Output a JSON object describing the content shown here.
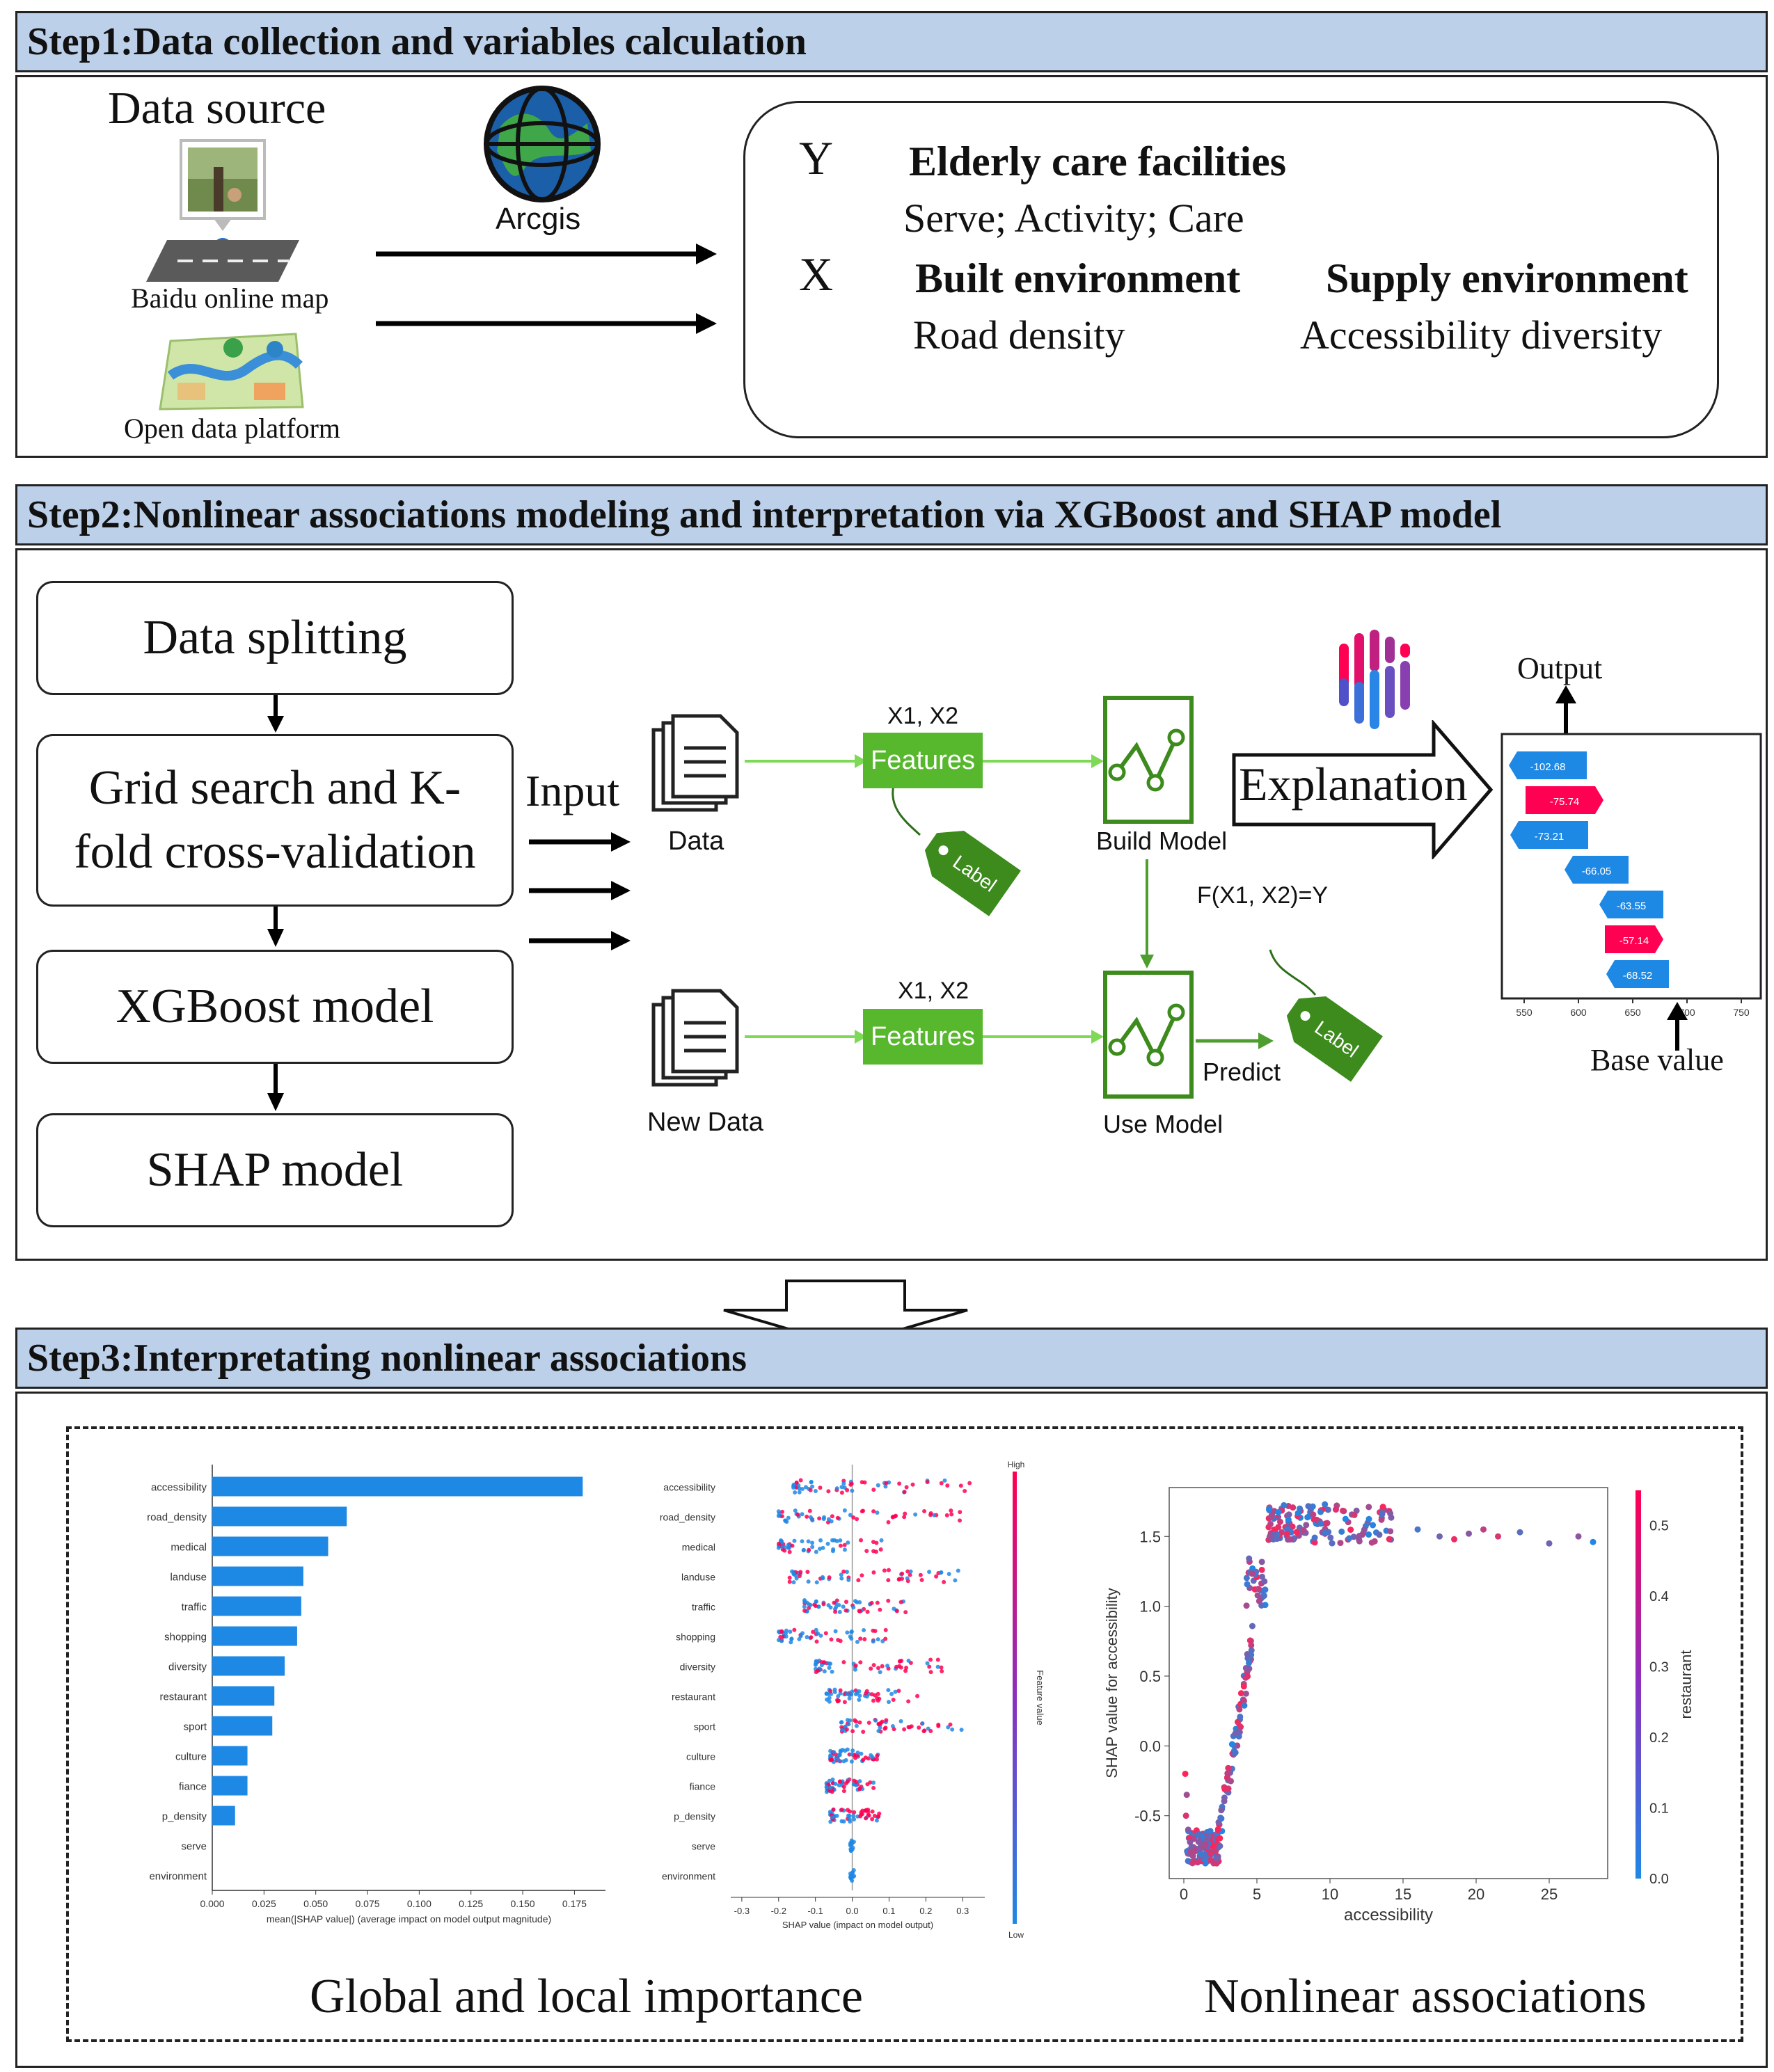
{
  "step1": {
    "title": "Step1:Data collection and variables calculation",
    "data_source": "Data source",
    "baidu": "Baidu online map",
    "open_data": "Open data platform",
    "arcgis": "Arcgis",
    "y_letter": "Y",
    "y_title": "Elderly care facilities",
    "y_items": "Serve; Activity; Care",
    "x_letter": "X",
    "x_built": "Built environment",
    "x_supply": "Supply environment",
    "x_built_items": "Road density",
    "x_supply_items": "Accessibility diversity"
  },
  "step2": {
    "title": "Step2:Nonlinear associations modeling and interpretation via XGBoost and SHAP model",
    "boxes": [
      "Data splitting",
      "Grid search and K-fold cross-validation",
      "XGBoost model",
      "SHAP model"
    ],
    "input": "Input",
    "data": "Data",
    "new_data": "New Data",
    "x1x2": "X1, X2",
    "features": "Features",
    "label": "Label",
    "build_model": "Build Model",
    "use_model": "Use Model",
    "predict": "Predict",
    "formula": "F(X1, X2)=Y",
    "explanation": "Explanation",
    "output": "Output",
    "base_value": "Base value",
    "waterfall_values": [
      "-102.68",
      "-75.74",
      "-73.21",
      "-66.05",
      "-63.55",
      "-57.14",
      "-68.52"
    ],
    "waterfall_ticks": [
      "550",
      "600",
      "650",
      "700",
      "750"
    ]
  },
  "step3": {
    "title": "Step3:Interpretating nonlinear associations",
    "caption_left": "Global and local importance",
    "caption_right": "Nonlinear associations"
  },
  "chart_data": [
    {
      "type": "bar",
      "categories": [
        "accessibility",
        "road_density",
        "medical",
        "landuse",
        "traffic",
        "shopping",
        "diversity",
        "restaurant",
        "sport",
        "culture",
        "fiance",
        "p_density",
        "serve",
        "environment"
      ],
      "values": [
        0.179,
        0.065,
        0.056,
        0.044,
        0.043,
        0.041,
        0.035,
        0.03,
        0.029,
        0.017,
        0.017,
        0.011,
        0.0,
        0.0
      ],
      "xlabel": "mean(|SHAP value|) (average impact on model output magnitude)",
      "xticks": [
        "0.000",
        "0.025",
        "0.050",
        "0.075",
        "0.100",
        "0.125",
        "0.150",
        "0.175"
      ],
      "xlim": [
        0,
        0.19
      ]
    },
    {
      "type": "scatter",
      "categories": [
        "accessibility",
        "road_density",
        "medical",
        "landuse",
        "traffic",
        "shopping",
        "diversity",
        "restaurant",
        "sport",
        "culture",
        "fiance",
        "p_density",
        "serve",
        "environment"
      ],
      "xlabel": "SHAP value (impact on model output)",
      "xticks": [
        "-0.3",
        "-0.2",
        "-0.1",
        "0.0",
        "0.1",
        "0.2",
        "0.3"
      ],
      "xlim": [
        -0.33,
        0.36
      ],
      "colorbar_label": "Feature value",
      "colorbar_high": "High",
      "colorbar_low": "Low",
      "colors": {
        "low": "#1e88e5",
        "high": "#ff0052"
      }
    },
    {
      "type": "scatter",
      "xlabel": "accessibility",
      "ylabel": "SHAP value for accessibility",
      "xticks": [
        "0",
        "5",
        "10",
        "15",
        "20",
        "25"
      ],
      "yticks": [
        "-0.5",
        "0.0",
        "0.5",
        "1.0",
        "1.5"
      ],
      "xlim": [
        -1,
        29
      ],
      "ylim": [
        -0.95,
        1.85
      ],
      "colorbar_label": "restaurant",
      "colorbar_ticks": [
        "0.0",
        "0.1",
        "0.2",
        "0.3",
        "0.4",
        "0.5"
      ]
    }
  ]
}
